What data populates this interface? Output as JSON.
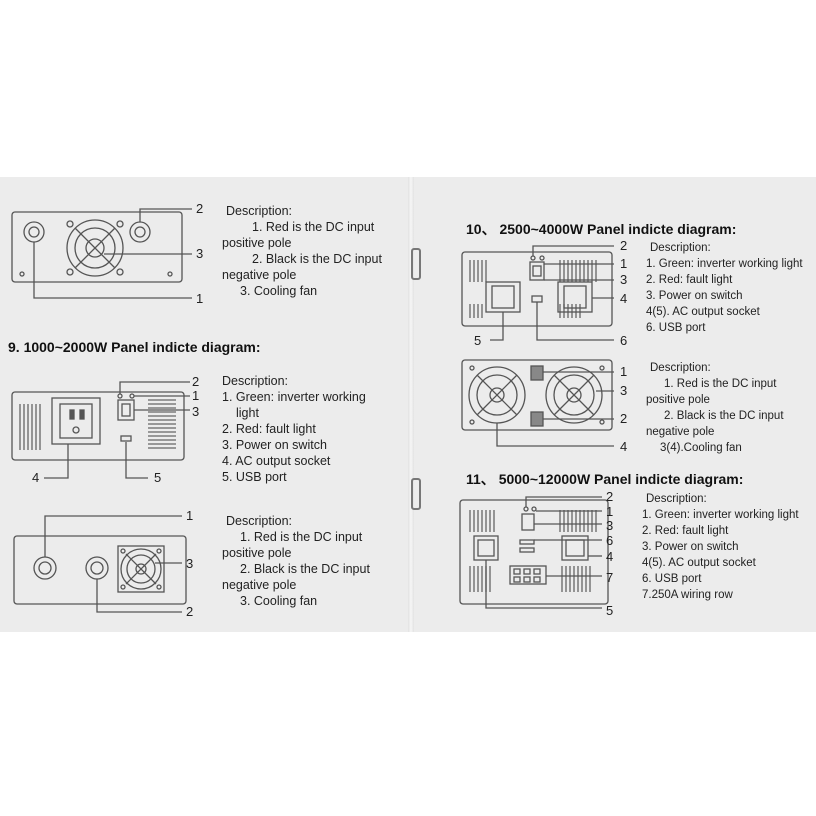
{
  "sections": {
    "fan_panel_top": {
      "callouts": [
        "2",
        "3",
        "1"
      ],
      "description": [
        "Description:",
        "1. Red is the DC input",
        "positive pole",
        "2. Black is the DC input",
        "negative pole",
        "3. Cooling fan"
      ]
    },
    "s9": {
      "heading": "9. 1000~2000W Panel indicte diagram:",
      "callouts": [
        "2",
        "1",
        "3",
        "4",
        "5"
      ],
      "description": [
        "Description:",
        "1. Green: inverter working",
        "light",
        "2. Red: fault light",
        "3. Power on switch",
        "4. AC output socket",
        "5. USB port"
      ]
    },
    "s9_back": {
      "callouts": [
        "1",
        "3",
        "2"
      ],
      "description": [
        "Description:",
        "1. Red is the DC input",
        "positive pole",
        "2. Black is the DC input",
        "negative pole",
        "3. Cooling fan"
      ]
    },
    "s10": {
      "heading": "10、 2500~4000W Panel indicte diagram:",
      "callouts": [
        "2",
        "1",
        "3",
        "4",
        "5",
        "6"
      ],
      "description": [
        "Description:",
        "1. Green: inverter working light",
        "2. Red: fault light",
        "3. Power on switch",
        "4(5). AC output socket",
        "6. USB port"
      ]
    },
    "s10_back": {
      "callouts": [
        "1",
        "3",
        "2",
        "4"
      ],
      "description": [
        "Description:",
        "1. Red is the DC input",
        "positive pole",
        "2. Black is the DC input",
        "negative pole",
        "3(4).Cooling fan"
      ]
    },
    "s11": {
      "heading": "11、 5000~12000W Panel indicte diagram:",
      "callouts": [
        "2",
        "1",
        "3",
        "6",
        "4",
        "7",
        "5"
      ],
      "description": [
        "Description:",
        "1. Green: inverter working light",
        "2. Red: fault light",
        "3. Power on switch",
        "4(5). AC output socket",
        "6. USB port",
        "7.250A wiring  row"
      ]
    }
  }
}
